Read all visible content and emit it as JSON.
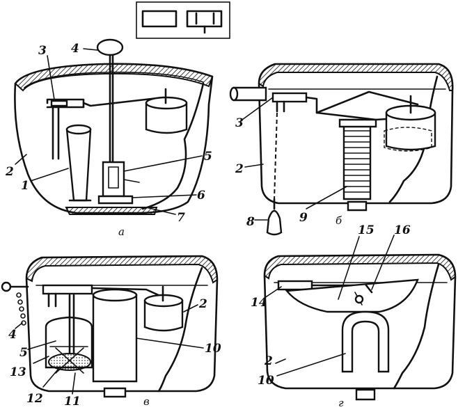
{
  "panels": [
    {
      "id": "a",
      "caption": "а"
    },
    {
      "id": "b",
      "caption": "б"
    },
    {
      "id": "v",
      "caption": "в"
    },
    {
      "id": "g",
      "caption": "г"
    }
  ],
  "labels": {
    "a": [
      "3",
      "4",
      "2",
      "1",
      "5",
      "6",
      "7"
    ],
    "b": [
      "3",
      "2",
      "8",
      "9"
    ],
    "v": [
      "4",
      "5",
      "13",
      "12",
      "11",
      "2",
      "10"
    ],
    "g": [
      "15",
      "16",
      "14",
      "2",
      "10"
    ]
  }
}
